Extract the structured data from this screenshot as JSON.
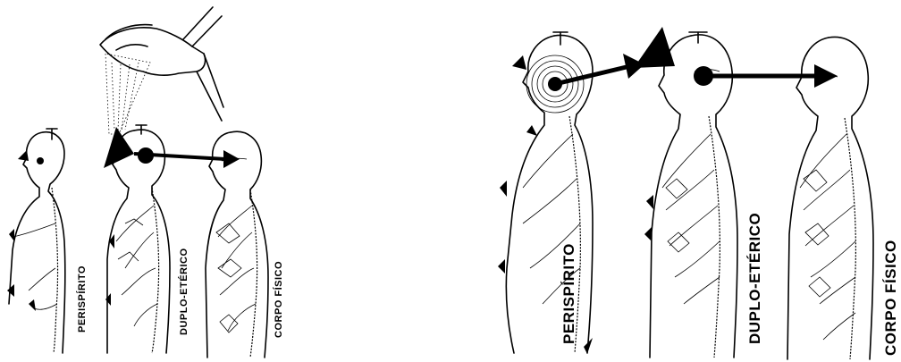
{
  "left_panel": {
    "labels": {
      "perispirito": "PERISPÍRITO",
      "duplo": "DUPLO-ETÉRICO",
      "corpo": "CORPO FÍSICO"
    }
  },
  "right_panel": {
    "labels": {
      "perispirito": "PERISPÍRITO",
      "duplo": "DUPLO-ETÉRICO",
      "corpo": "CORPO FÍSICO"
    }
  },
  "colors": {
    "ink": "#000000",
    "background": "#ffffff"
  }
}
